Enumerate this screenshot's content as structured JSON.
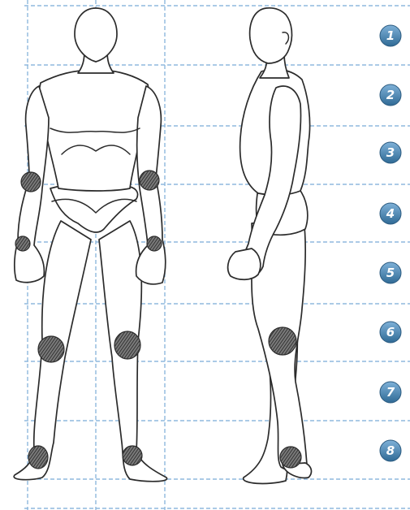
{
  "figure": {
    "head_units": [
      "1",
      "2",
      "3",
      "4",
      "5",
      "6",
      "7",
      "8"
    ]
  },
  "colors": {
    "grid_line": "#8fb8dd",
    "badge_fill_top": "#7fb1d8",
    "badge_fill_bottom": "#2f6a95",
    "ink": "#2b2b2b",
    "joint_fill": "#4a4a4a"
  },
  "icons": [
    "numbered-badge"
  ]
}
